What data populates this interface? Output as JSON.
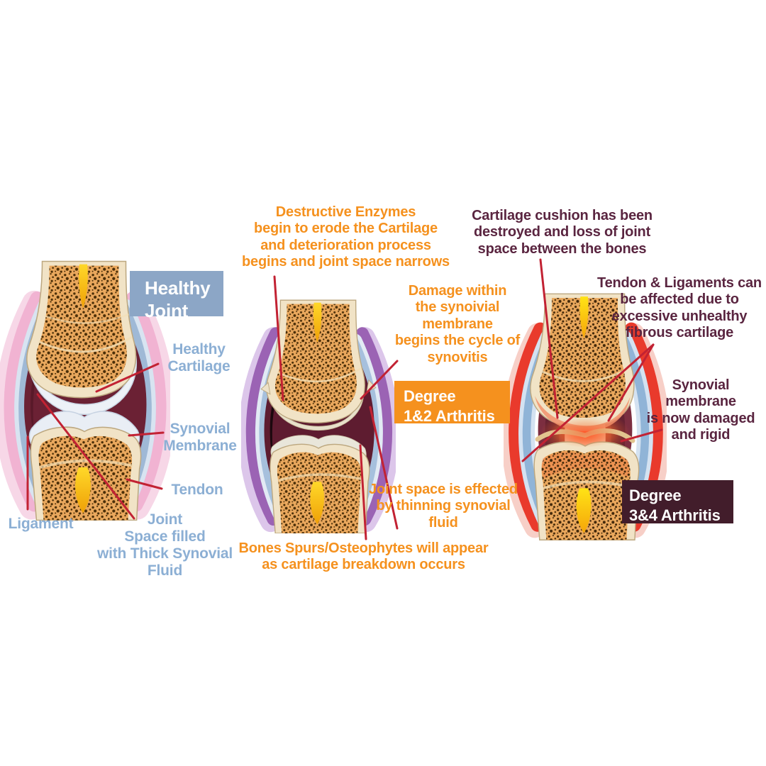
{
  "palette": {
    "background": "#FFFFFF",
    "accent_orange": "#F5911E",
    "label_blue": "#8CAFD4",
    "badge_blue": "#8CA6C6",
    "dark_maroon_text": "#5A2540",
    "badge_maroon": "#421D2B",
    "annotation_red": "#C22233"
  },
  "healthy_joint": {
    "badge_label": "Healthy\nJoint",
    "labels": {
      "cartilage": "Healthy\nCartilage",
      "membrane": "Synovial\nMembrane",
      "tendon": "Tendon",
      "ligament": "Ligament",
      "joint_space": "Joint\nSpace filled\nwith Thick Synovial\nFluid"
    }
  },
  "degree_1_2": {
    "badge_label": "Degree\n1&2 Arthritis",
    "notes": {
      "enzymes": "Destructive Enzymes\nbegin to erode the Cartilage\nand deterioration process\nbegins and joint space narrows",
      "membrane_damage": "Damage within\nthe synoivial\nmembrane\nbegins the cycle of\nsynovitis",
      "joint_space": "Joint space is effected\nby thinning synovial\nfluid",
      "bone_spurs": "Bones Spurs/Osteophytes will appear\nas cartilage breakdown occurs"
    }
  },
  "degree_3_4": {
    "badge_label": "Degree\n3&4 Arthritis",
    "notes": {
      "cartilage_cushion": "Cartilage cushion has been\ndestroyed and loss of joint\nspace between the bones",
      "tendon_ligaments": "Tendon & Ligaments can\nbe affected due to\nexcessive unhealthy\nfibrous cartilage",
      "synovial_membrane": "Synovial\nmembrane\nis now damaged\nand rigid"
    }
  }
}
